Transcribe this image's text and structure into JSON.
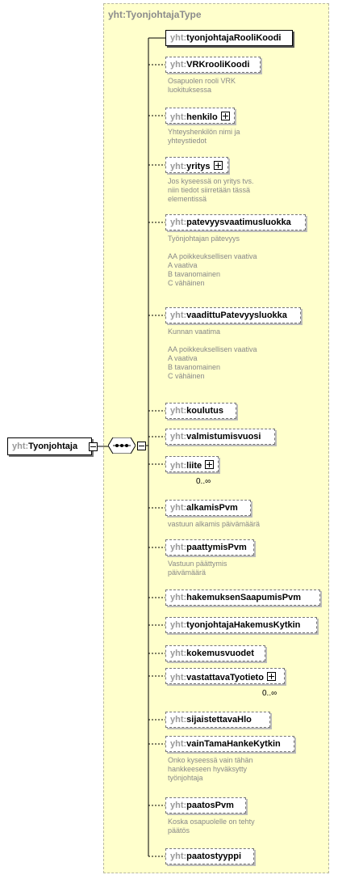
{
  "type_box": {
    "title": "yht:TyonjohtajaType"
  },
  "root": {
    "ns": "yht:",
    "name": "Tyonjohtaja"
  },
  "colors": {
    "required_border": "#000000",
    "optional_border": "#777777",
    "type_bg": "#ffffcc",
    "description_text": "#888888",
    "namespace_text": "#999999"
  },
  "elements": [
    {
      "ns": "yht:",
      "name": "tyonjohtajaRooliKoodi",
      "required": true,
      "expandable": false,
      "desc": "",
      "occ": ""
    },
    {
      "ns": "yht:",
      "name": "VRKrooliKoodi",
      "required": false,
      "expandable": false,
      "desc": "Osapuolen rooli VRK\nluokituksessa",
      "occ": ""
    },
    {
      "ns": "yht:",
      "name": "henkilo",
      "required": false,
      "expandable": true,
      "desc": "Yhteyshenkilön nimi ja\nyhteystiedot",
      "occ": ""
    },
    {
      "ns": "yht:",
      "name": "yritys",
      "required": false,
      "expandable": true,
      "desc": "Jos kyseessä on yritys tvs.\nniin tiedot siirretään tässä\nelementissä",
      "occ": ""
    },
    {
      "ns": "yht:",
      "name": "patevyysvaatimusluokka",
      "required": false,
      "expandable": false,
      "desc": "Työnjohtajan pätevyys\n\nAA poikkeuksellisen vaativa\nA  vaativa\nB tavanomainen\nC vähäinen",
      "occ": ""
    },
    {
      "ns": "yht:",
      "name": "vaadittuPatevyysluokka",
      "required": false,
      "expandable": false,
      "desc": "Kunnan vaatima\n\nAA poikkeuksellisen vaativa\nA  vaativa\nB tavanomainen\nC vähäinen",
      "occ": ""
    },
    {
      "ns": "yht:",
      "name": "koulutus",
      "required": false,
      "expandable": false,
      "desc": "",
      "occ": ""
    },
    {
      "ns": "yht:",
      "name": "valmistumisvuosi",
      "required": false,
      "expandable": false,
      "desc": "",
      "occ": ""
    },
    {
      "ns": "yht:",
      "name": "liite",
      "required": false,
      "expandable": true,
      "desc": "",
      "occ": "0..∞"
    },
    {
      "ns": "yht:",
      "name": "alkamisPvm",
      "required": false,
      "expandable": false,
      "desc": "vastuun alkamis päivämäärä",
      "occ": ""
    },
    {
      "ns": "yht:",
      "name": "paattymisPvm",
      "required": false,
      "expandable": false,
      "desc": "Vastuun päättymis\npäivämäärä",
      "occ": ""
    },
    {
      "ns": "yht:",
      "name": "hakemuksenSaapumisPvm",
      "required": false,
      "expandable": false,
      "desc": "",
      "occ": ""
    },
    {
      "ns": "yht:",
      "name": "tyonjohtajaHakemusKytkin",
      "required": false,
      "expandable": false,
      "desc": "",
      "occ": ""
    },
    {
      "ns": "yht:",
      "name": "kokemusvuodet",
      "required": false,
      "expandable": false,
      "desc": "",
      "occ": ""
    },
    {
      "ns": "yht:",
      "name": "vastattavaTyotieto",
      "required": false,
      "expandable": true,
      "desc": "",
      "occ": "0..∞"
    },
    {
      "ns": "yht:",
      "name": "sijaistettavaHlo",
      "required": false,
      "expandable": false,
      "desc": "",
      "occ": ""
    },
    {
      "ns": "yht:",
      "name": "vainTamaHankeKytkin",
      "required": false,
      "expandable": false,
      "desc": "Onko kyseessä vain tähän\nhankkeeseen hyväksytty\ntyönjohtaja",
      "occ": ""
    },
    {
      "ns": "yht:",
      "name": "paatosPvm",
      "required": false,
      "expandable": false,
      "desc": "Koska osapuolelle on tehty\npäätös",
      "occ": ""
    },
    {
      "ns": "yht:",
      "name": "paatostyyppi",
      "required": false,
      "expandable": false,
      "desc": "",
      "occ": ""
    }
  ]
}
